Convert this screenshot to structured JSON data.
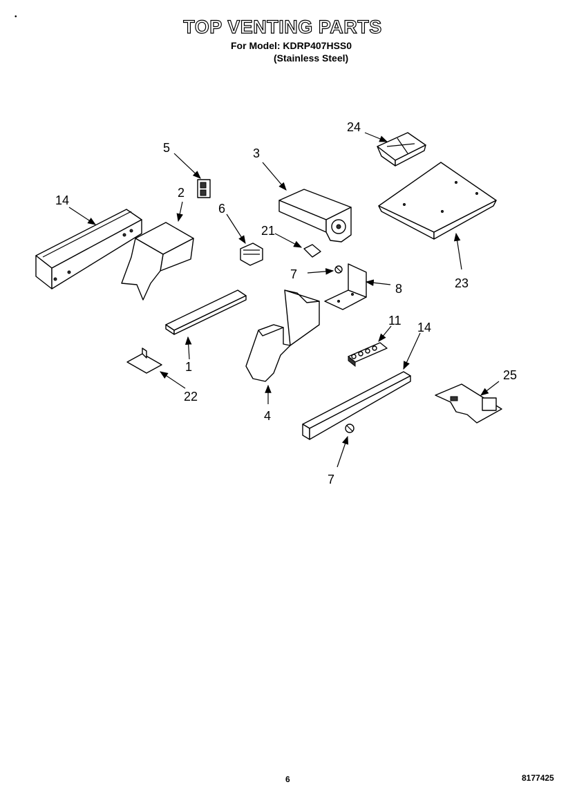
{
  "header": {
    "title": "TOP VENTING PARTS",
    "model_line": "For Model: KDRP407HSS0",
    "finish_line": "(Stainless Steel)"
  },
  "footer": {
    "page_number": "6",
    "doc_code": "8177425"
  },
  "labels": {
    "p1": "1",
    "p2": "2",
    "p3": "3",
    "p4": "4",
    "p5": "5",
    "p6": "6",
    "p7a": "7",
    "p7b": "7",
    "p8": "8",
    "p11": "11",
    "p14a": "14",
    "p14b": "14",
    "p21": "21",
    "p22": "22",
    "p23": "23",
    "p24": "24",
    "p25": "25"
  }
}
